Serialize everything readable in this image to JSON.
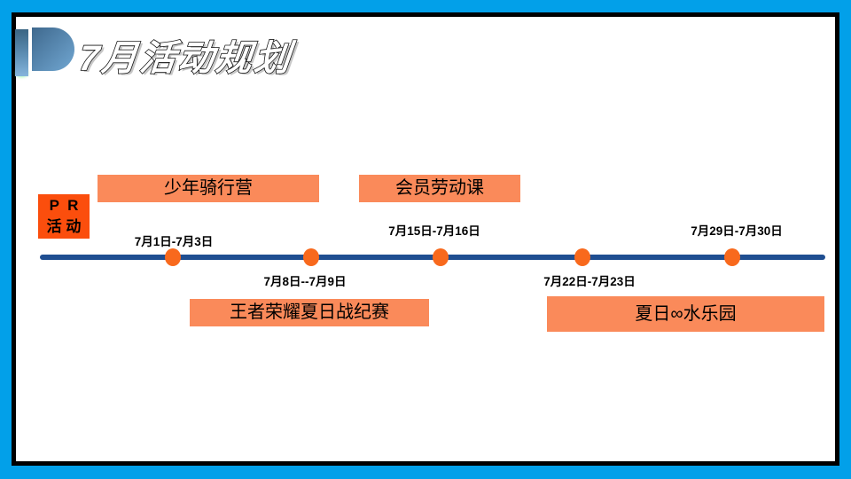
{
  "slide": {
    "title": "7月活动规划",
    "logo_icon": "id-brand-logo"
  },
  "pr_badge": {
    "line1": "P  R",
    "line2": "活 动"
  },
  "timeline": {
    "type": "timeline",
    "events": [
      {
        "date": "7月1日-7月3日",
        "label": "少年骑行营",
        "label_position": "above",
        "date_position": "above"
      },
      {
        "date": "7月8日--7月9日",
        "label": "王者荣耀夏日战纪赛",
        "label_position": "below",
        "date_position": "below"
      },
      {
        "date": "7月15日-7月16日",
        "label": "会员劳动课",
        "label_position": "above",
        "date_position": "above"
      },
      {
        "date": "7月22日-7月23日",
        "label": "夏日∞水乐园",
        "label_position": "below",
        "date_position": "below"
      },
      {
        "date": "7月29日-7月30日",
        "date_position": "above"
      }
    ]
  },
  "colors": {
    "slide_border": "#02A0E9",
    "frame_border": "#000000",
    "background": "#FFFFFF",
    "timeline_line": "#1F4E91",
    "timeline_dot": "#F8691D",
    "event_box": "#FA8A5A",
    "pr_badge": "#FB4E0D",
    "logo_blue_dark": "#3F698E",
    "logo_blue_light": "#85B5DC",
    "logo_glow_green": "#69F87F"
  }
}
